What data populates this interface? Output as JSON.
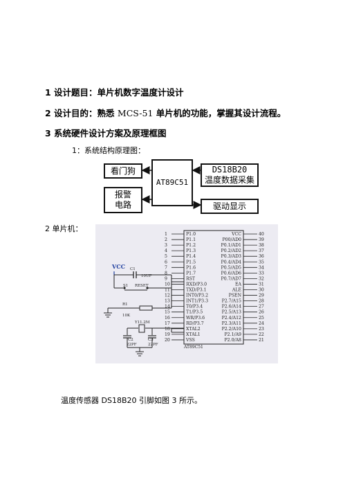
{
  "headings": {
    "h1": "1 设计题目：单片机数字温度计设计",
    "h2_pre": "2 设计目的：熟悉 ",
    "h2_en": "MCS-51",
    "h2_post": " 单片机的功能，掌握其设计流程。",
    "h3": "3 系统硬件设计方案及原理框图"
  },
  "section1_label": "1：系统结构原理图：",
  "block_diagram": {
    "watchdog": "看门狗",
    "alarm_line1": "报警",
    "alarm_line2": "电路",
    "mcu": "AT89C51",
    "sensor_line1": "DS18B20",
    "sensor_line2": "温度数据采集",
    "display": "驱动显示"
  },
  "section2_label": "2 单片机：",
  "schematic": {
    "chip_label": "AT89C51",
    "left_pins": [
      {
        "num": "1",
        "name": "P1.0"
      },
      {
        "num": "2",
        "name": "P1.1"
      },
      {
        "num": "3",
        "name": "P1.2"
      },
      {
        "num": "4",
        "name": "P1.3"
      },
      {
        "num": "5",
        "name": "P1.4"
      },
      {
        "num": "6",
        "name": "P1.5"
      },
      {
        "num": "7",
        "name": "P1.6"
      },
      {
        "num": "8",
        "name": "P1.7"
      },
      {
        "num": "9",
        "name": "RST"
      },
      {
        "num": "10",
        "name": "RXD/P3.0"
      },
      {
        "num": "11",
        "name": "TXD/P3.1"
      },
      {
        "num": "12",
        "name": "INT0/P3.2"
      },
      {
        "num": "13",
        "name": "INT1/P3.3"
      },
      {
        "num": "14",
        "name": "T0/P3.4"
      },
      {
        "num": "15",
        "name": "T1/P3.5"
      },
      {
        "num": "16",
        "name": "WR/P3.6"
      },
      {
        "num": "17",
        "name": "RD/P3.7"
      },
      {
        "num": "18",
        "name": "XTAL2"
      },
      {
        "num": "19",
        "name": "XTAL1"
      },
      {
        "num": "20",
        "name": "VSS"
      }
    ],
    "right_pins": [
      {
        "num": "40",
        "name": "VCC"
      },
      {
        "num": "39",
        "name": "P00/AD0"
      },
      {
        "num": "38",
        "name": "P0.1/AD1"
      },
      {
        "num": "37",
        "name": "P0.2/AD2"
      },
      {
        "num": "36",
        "name": "P0.3/AD3"
      },
      {
        "num": "35",
        "name": "P0.4/AD4"
      },
      {
        "num": "34",
        "name": "P0.5/AD5"
      },
      {
        "num": "33",
        "name": "P0.6/AD6"
      },
      {
        "num": "32",
        "name": "P0.7/AD7"
      },
      {
        "num": "31",
        "name": "EA"
      },
      {
        "num": "30",
        "name": "ALE"
      },
      {
        "num": "29",
        "name": "PSEN"
      },
      {
        "num": "28",
        "name": "P2.7/A15"
      },
      {
        "num": "27",
        "name": "P2.6/A14"
      },
      {
        "num": "26",
        "name": "P2.5/A13"
      },
      {
        "num": "25",
        "name": "P2.4/A12"
      },
      {
        "num": "24",
        "name": "P2.3/A11"
      },
      {
        "num": "23",
        "name": "P2.2/A10"
      },
      {
        "num": "22",
        "name": "P2.1/A9"
      },
      {
        "num": "21",
        "name": "P2.0/A8"
      }
    ],
    "vcc": "VCC",
    "c1": "C1",
    "c1_value": "10UF",
    "s1": "S1",
    "reset": "RESET",
    "r1": "R1",
    "r1_value": "10K",
    "crystal": "Y11.2M",
    "c2": "C2",
    "c3": "C3",
    "c2_value": "22PF",
    "c3_value": "22PF"
  },
  "footer_text": "温度传感器 DS18B20 引脚如图 3 所示。"
}
